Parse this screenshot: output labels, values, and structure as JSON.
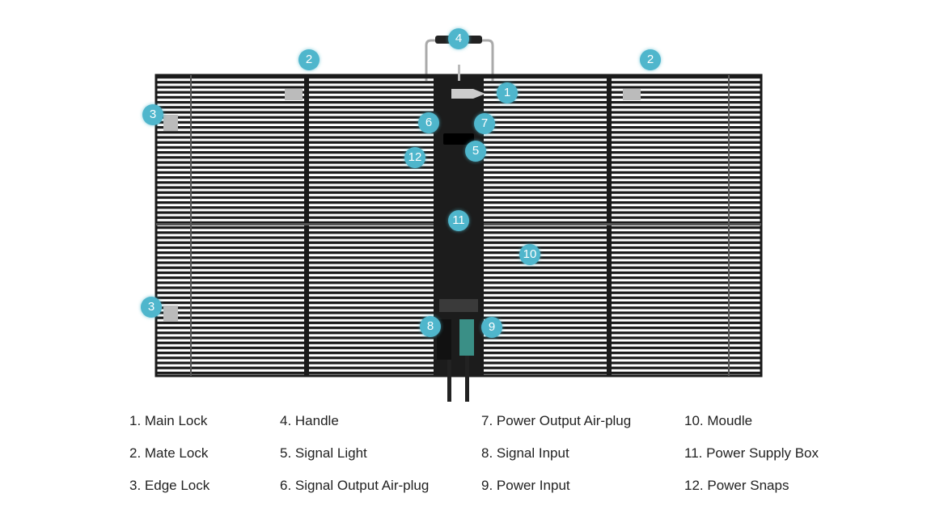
{
  "colors": {
    "marker": "#4fb6cc",
    "frame": "#1a1a1a",
    "connector": "#3a8f86"
  },
  "markers": [
    "1",
    "2",
    "3",
    "4",
    "5",
    "6",
    "7",
    "8",
    "9",
    "10",
    "11",
    "12"
  ],
  "legend": [
    "1. Main Lock",
    "2. Mate Lock",
    "3. Edge Lock",
    "4. Handle",
    "5. Signal Light",
    "6. Signal Output Air-plug",
    "7. Power Output Air-plug",
    "8. Signal Input",
    "9. Power Input",
    "10. Moudle",
    "11. Power Supply Box",
    "12. Power Snaps"
  ]
}
